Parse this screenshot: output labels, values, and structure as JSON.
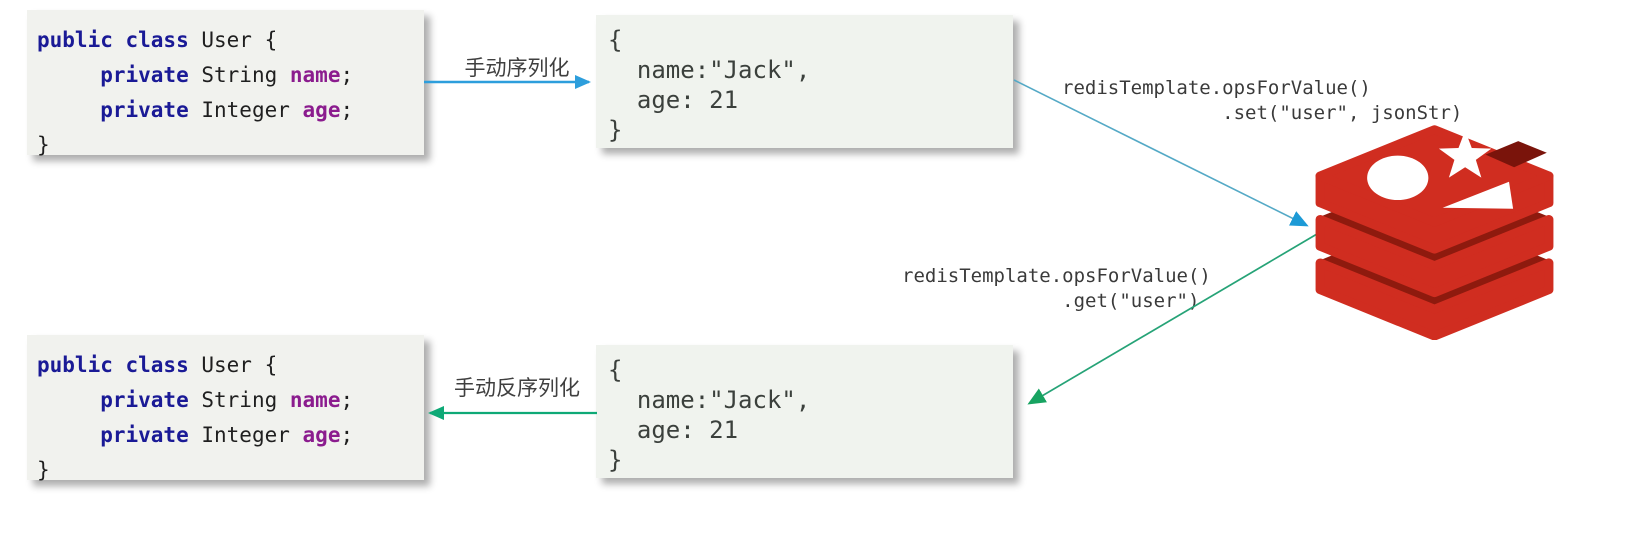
{
  "title": "Redis manual serialization / deserialization flow",
  "colors": {
    "serialize_arrow": "#2d9edc",
    "deserialize_arrow": "#0ea976",
    "set_line": "#54a9c6",
    "set_arrowhead": "#1d9ad6",
    "get_line": "#26a377",
    "get_arrowhead": "#17a361",
    "keyword": "#1a1a96",
    "field": "#8b1c8e",
    "code_text": "#1f1f1f",
    "json_text": "#3b403c",
    "box_bg": "#f1f2ee",
    "json_bg": "#f0f3ee",
    "redis_red": "#d02d20",
    "redis_dark": "#8e1a0e",
    "redis_hole": "#7a140b"
  },
  "class_code": {
    "lines": [
      [
        {
          "t": "public class",
          "c": "kw"
        },
        {
          "t": " User {"
        }
      ],
      [
        {
          "t": "     "
        },
        {
          "t": "private",
          "c": "kw"
        },
        {
          "t": " String "
        },
        {
          "t": "name",
          "c": "fld"
        },
        {
          "t": ";"
        }
      ],
      [
        {
          "t": "     "
        },
        {
          "t": "private",
          "c": "kw"
        },
        {
          "t": " Integer "
        },
        {
          "t": "age",
          "c": "fld"
        },
        {
          "t": ";"
        }
      ],
      [
        {
          "t": "}"
        }
      ]
    ]
  },
  "json_doc": {
    "text": "{\n  name:\"Jack\",\n  age: 21\n}"
  },
  "flow": {
    "serialize_label": "手动序列化",
    "deserialize_label": "手动反序列化",
    "set_call": "redisTemplate.opsForValue()\n              .set(\"user\", jsonStr)",
    "get_call": "redisTemplate.opsForValue()\n              .get(\"user\")"
  },
  "icons": {
    "redis_logo": "redis-logo",
    "serialize_arrow": "right-arrow-icon",
    "deserialize_arrow": "left-arrow-icon"
  }
}
